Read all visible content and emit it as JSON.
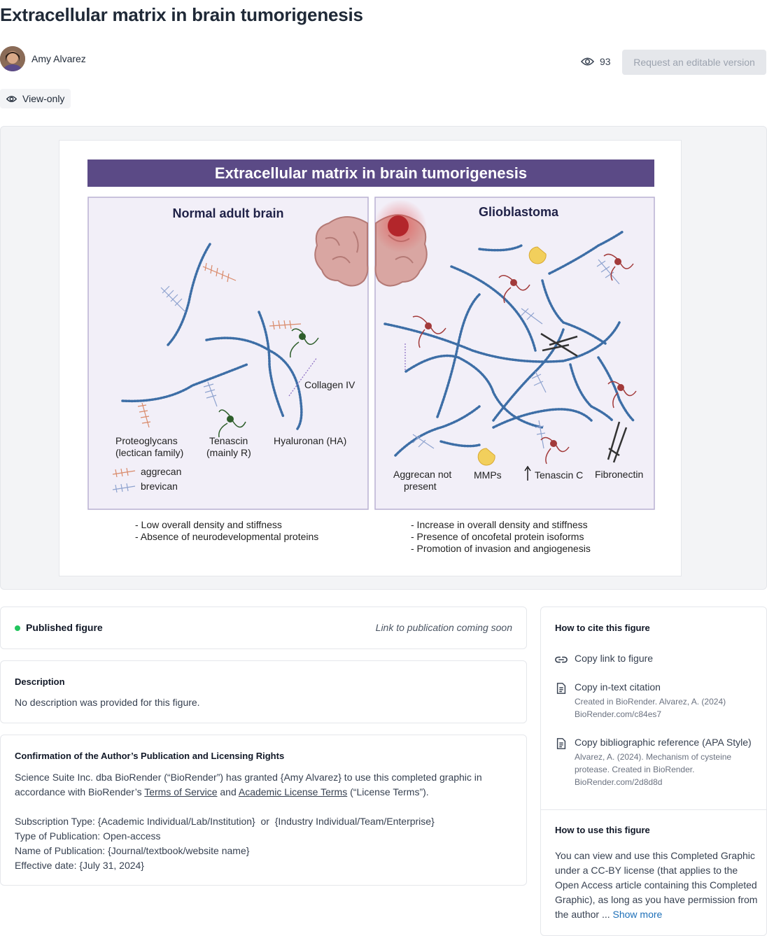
{
  "page": {
    "title": "Extracellular matrix in brain tumorigenesis",
    "author": "Amy Alvarez",
    "views": "93",
    "request_button": "Request an editable version",
    "view_only": "View-only"
  },
  "figure": {
    "banner": "Extracellular matrix in brain tumorigenesis",
    "left_panel": {
      "heading": "Normal adult brain",
      "collagen_label": "Collagen IV",
      "proteoglycans": [
        "Proteoglycans",
        "(lectican family)"
      ],
      "tenascin": [
        "Tenascin",
        "(mainly R)"
      ],
      "hyaluronan": "Hyaluronan (HA)",
      "legend_aggrecan": "aggrecan",
      "legend_brevican": "brevican",
      "bullets": [
        "- Low overall density and stiffness",
        "- Absence of neurodevelopmental proteins"
      ]
    },
    "right_panel": {
      "heading": "Glioblastoma",
      "aggrecan": [
        "Aggrecan not",
        "present"
      ],
      "mmps": "MMPs",
      "tenascin": "Tenascin C",
      "fibronectin": "Fibronectin",
      "bullets": [
        "- Increase in overall density and stiffness",
        "- Presence of oncofetal protein isoforms",
        "- Promotion of invasion and angiogenesis"
      ]
    },
    "colors": {
      "banner": "#5b4a86",
      "panel_bg": "#f2eff8",
      "panel_border": "#b9b0d2",
      "ha_strand": "#3d6ea6",
      "tenascin": "#2e5e2b",
      "tenascin_c": "#a23a3a",
      "aggrecan": "#d98a6a",
      "brevican": "#8fa3cf"
    }
  },
  "published": {
    "label": "Published figure",
    "link_text": "Link to publication coming soon"
  },
  "description": {
    "title": "Description",
    "text": "No description was provided for this figure."
  },
  "rights": {
    "title": "Confirmation of the Author’s Publication and Licensing Rights",
    "p1_a": "Science Suite Inc. dba BioRender (“BioRender”) has granted {Amy Alvarez} to use this completed graphic in accordance with BioRender’s ",
    "terms_link": "Terms of Service",
    "p1_b": " and ",
    "academic_link": "Academic License Terms",
    "p1_c": " (“License Terms”).",
    "subscription": "Subscription Type: {Academic Individual/Lab/Institution}  or  {Industry Individual/Team/Enterprise}",
    "pub_type": "Type of Publication: Open-access",
    "pub_name": "Name of Publication: {Journal/textbook/website name}",
    "effective": "Effective date: {July 31, 2024}"
  },
  "cite": {
    "title": "How to cite this figure",
    "copy_link": "Copy link to figure",
    "in_text": "Copy in-text citation",
    "in_text_sub_1": "Created in BioRender. Alvarez, A. (2024)",
    "in_text_sub_2": "BioRender.com/c84es7",
    "biblio": "Copy bibliographic reference (APA Style)",
    "biblio_sub_1": "Alvarez, A. (2024). Mechanism of cysteine",
    "biblio_sub_2": "protease. Created in BioRender.",
    "biblio_sub_3": "BioRender.com/2d8d8d"
  },
  "use": {
    "title": "How to use this figure",
    "text": "You can view and use this Completed Graphic under a CC-BY license (that applies to the Open Access article containing this Completed Graphic), as long as you have permission from the author ... ",
    "show_more": "Show more"
  },
  "icons": [
    "eye-icon",
    "link-icon",
    "document-icon"
  ]
}
